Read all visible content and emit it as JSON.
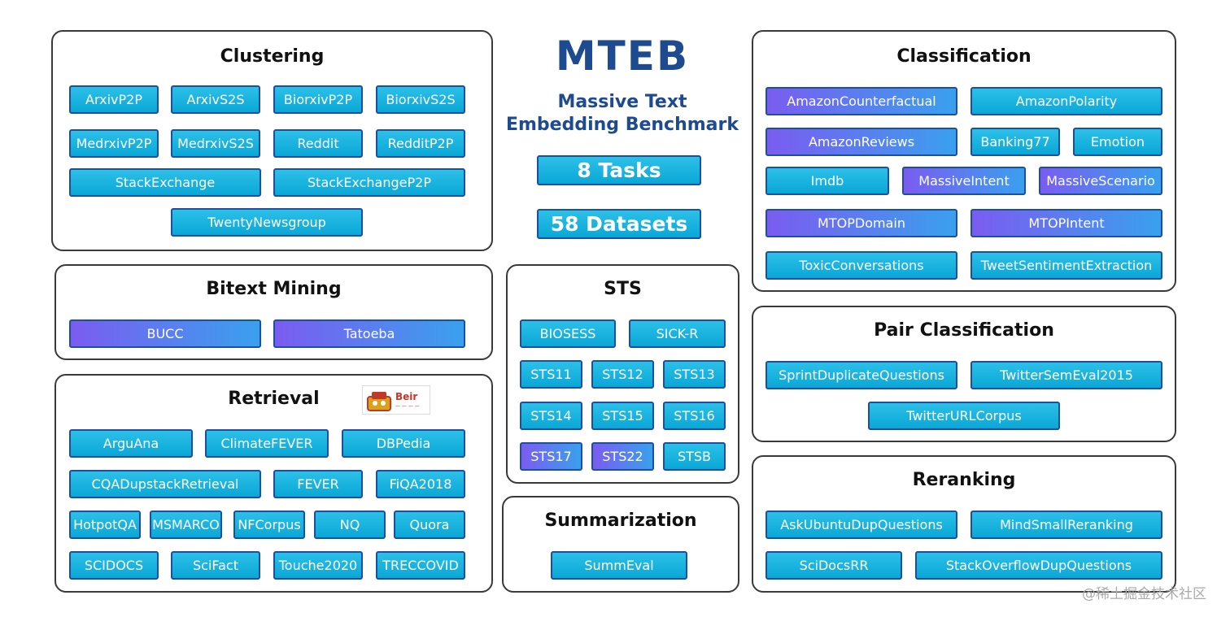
{
  "header": {
    "title": "MTEB",
    "subtitle_line1": "Massive Text",
    "subtitle_line2": "Embedding Benchmark",
    "tasks": "8 Tasks",
    "datasets": "58 Datasets"
  },
  "clustering": {
    "title": "Clustering",
    "items": [
      "ArxivP2P",
      "ArxivS2S",
      "BiorxivP2P",
      "BiorxivS2S",
      "MedrxivP2P",
      "MedrxivS2S",
      "Reddit",
      "RedditP2P",
      "StackExchange",
      "StackExchangeP2P",
      "TwentyNewsgroup"
    ]
  },
  "bitext": {
    "title": "Bitext Mining",
    "items": [
      "BUCC",
      "Tatoeba"
    ]
  },
  "retrieval": {
    "title": "Retrieval",
    "logo_text": "Beir",
    "items": [
      "ArguAna",
      "ClimateFEVER",
      "DBPedia",
      "CQADupstackRetrieval",
      "FEVER",
      "FiQA2018",
      "HotpotQA",
      "MSMARCO",
      "NFCorpus",
      "NQ",
      "Quora",
      "SCIDOCS",
      "SciFact",
      "Touche2020",
      "TRECCOVID"
    ]
  },
  "sts": {
    "title": "STS",
    "items": [
      "BIOSESS",
      "SICK-R",
      "STS11",
      "STS12",
      "STS13",
      "STS14",
      "STS15",
      "STS16",
      "STS17",
      "STS22",
      "STSB"
    ]
  },
  "summarization": {
    "title": "Summarization",
    "items": [
      "SummEval"
    ]
  },
  "classification": {
    "title": "Classification",
    "items": [
      "AmazonCounterfactual",
      "AmazonPolarity",
      "AmazonReviews",
      "Banking77",
      "Emotion",
      "Imdb",
      "MassiveIntent",
      "MassiveScenario",
      "MTOPDomain",
      "MTOPIntent",
      "ToxicConversations",
      "TweetSentimentExtraction"
    ]
  },
  "pair": {
    "title": "Pair Classification",
    "items": [
      "SprintDuplicateQuestions",
      "TwitterSemEval2015",
      "TwitterURLCorpus"
    ]
  },
  "reranking": {
    "title": "Reranking",
    "items": [
      "AskUbuntuDupQuestions",
      "MindSmallReranking",
      "SciDocsRR",
      "StackOverflowDupQuestions"
    ]
  },
  "watermark": "@稀土掘金技术社区",
  "colors": {
    "cyan": "#0aa7d6",
    "purple": "#7b5cf0",
    "title_blue": "#1e4a8f",
    "pill_border": "#1c4f9c"
  }
}
